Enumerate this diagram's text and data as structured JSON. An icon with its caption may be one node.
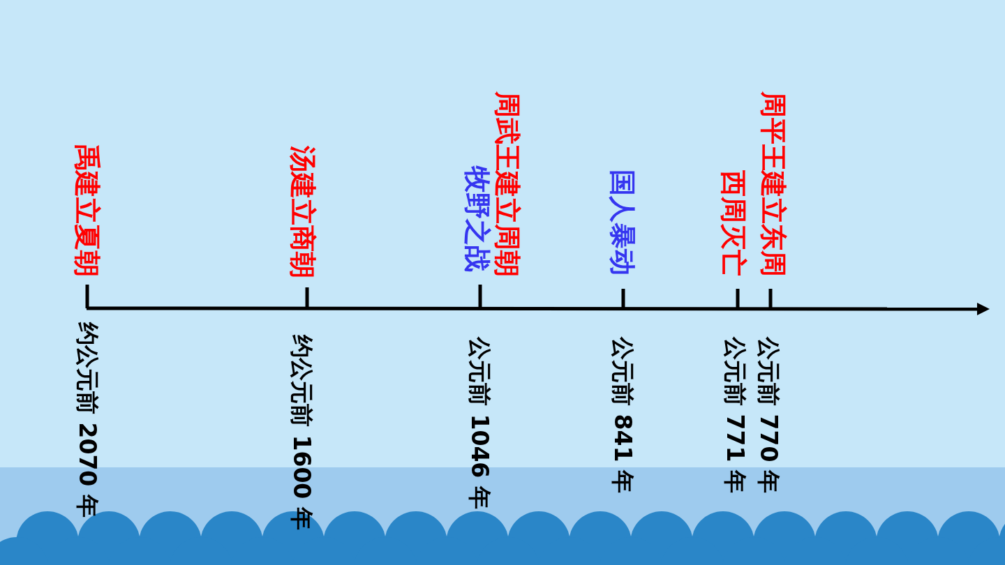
{
  "diagram": {
    "labels": [
      "禹建立夏朝",
      "约公元前 2070 年",
      "汤建立商朝",
      "约公元前 1600 年",
      "周武王建立周朝",
      "牧野之战",
      "公元前 1046 年",
      "国人暴动",
      "公元前 841 年",
      "西周灭亡",
      "公元前 771 年",
      "周平王建立东周",
      "公元前 770 年"
    ]
  }
}
